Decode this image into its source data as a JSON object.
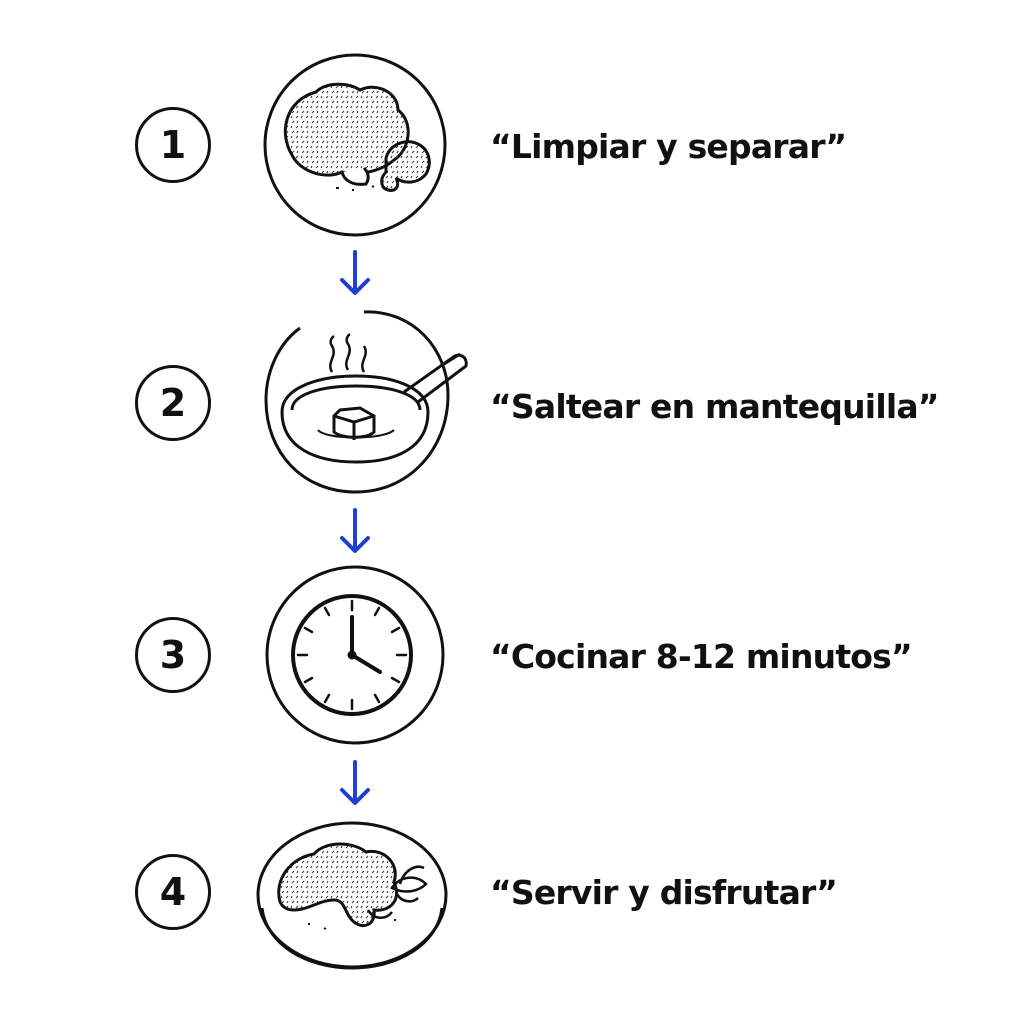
{
  "steps": [
    {
      "number": "1",
      "label": "“Limpiar y separar”",
      "icon": "mushroom-icon"
    },
    {
      "number": "2",
      "label": "“Saltear en mantequilla”",
      "icon": "frying-pan-icon"
    },
    {
      "number": "3",
      "label": "“Cocinar 8-12 minutos”",
      "icon": "clock-icon"
    },
    {
      "number": "4",
      "label": "“Servir y disfrutar”",
      "icon": "served-plate-icon"
    }
  ],
  "colors": {
    "arrow": "#1f3fd4",
    "stroke": "#111111",
    "background": "#ffffff"
  }
}
